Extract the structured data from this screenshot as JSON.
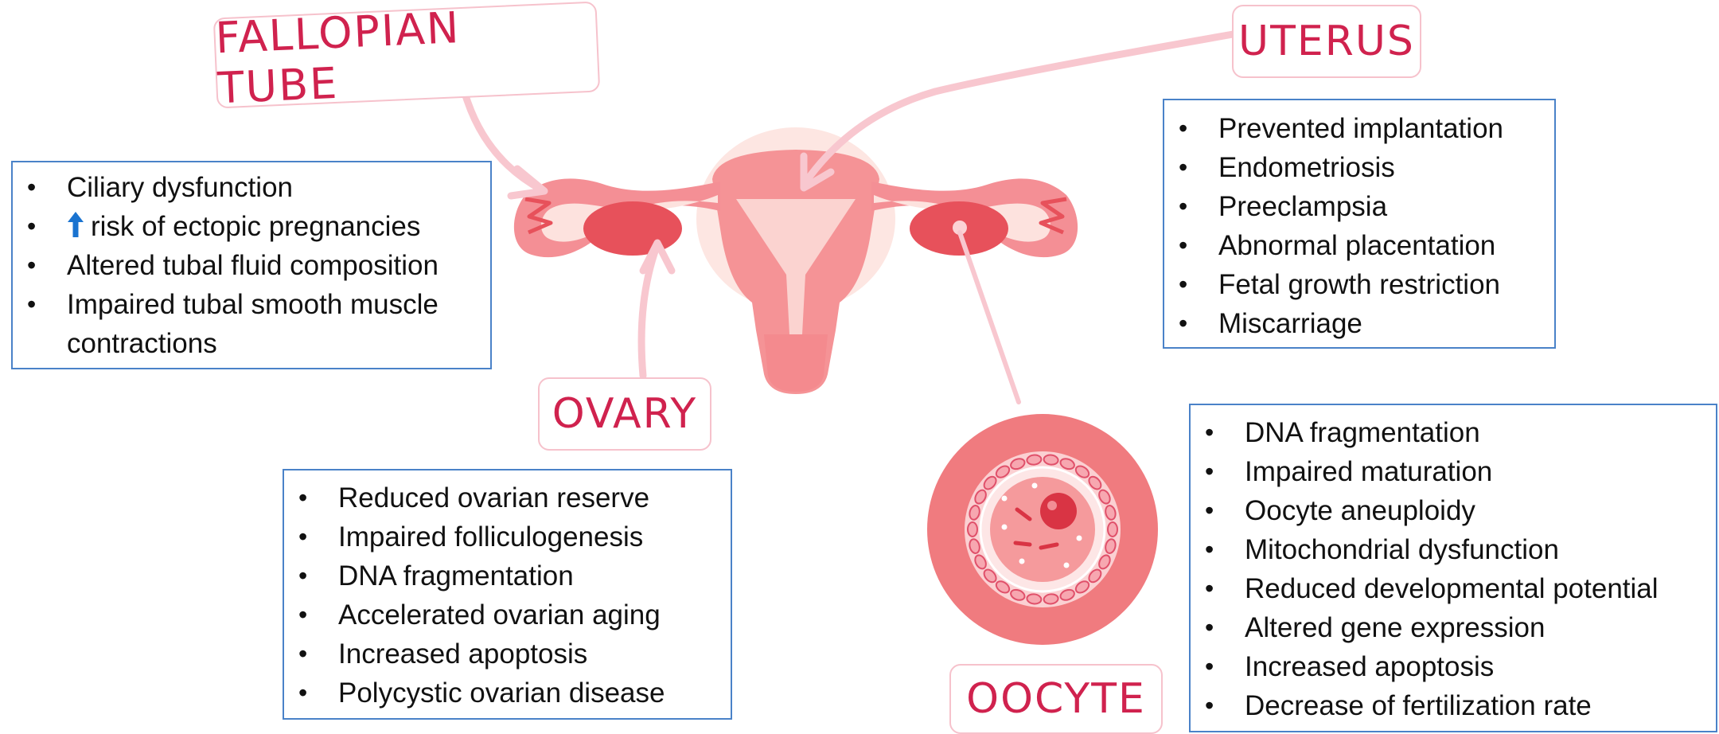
{
  "labels": {
    "fallopian_tube": "FALLOPIAN TUBE",
    "uterus": "UTERUS",
    "ovary": "OVARY",
    "oocyte": "OOCYTE"
  },
  "fallopian_effects": [
    "Ciliary dysfunction",
    "risk of ectopic pregnancies",
    "Altered tubal fluid composition",
    "Impaired tubal smooth muscle contractions"
  ],
  "uterus_effects": [
    "Prevented implantation",
    "Endometriosis",
    "Preeclampsia",
    "Abnormal placentation",
    "Fetal growth restriction",
    "Miscarriage"
  ],
  "ovary_effects": [
    "Reduced ovarian reserve",
    "Impaired folliculogenesis",
    "DNA fragmentation",
    "Accelerated ovarian aging",
    "Increased apoptosis",
    "Polycystic ovarian disease"
  ],
  "oocyte_effects": [
    "DNA fragmentation",
    "Impaired maturation",
    "Oocyte aneuploidy",
    "Mitochondrial dysfunction",
    "Reduced developmental potential",
    "Altered gene expression",
    "Increased apoptosis",
    "Decrease of fertilization rate"
  ],
  "colors": {
    "label_text": "#d0224e",
    "label_border": "#f6c2cc",
    "box_border": "#4a82c8",
    "arrow": "#f8c7cf",
    "increase_arrow": "#1a73d0",
    "uterus_body": "#f59396",
    "uterus_inner": "#e8505a"
  },
  "icons": {
    "increase": "up-arrow-icon"
  }
}
